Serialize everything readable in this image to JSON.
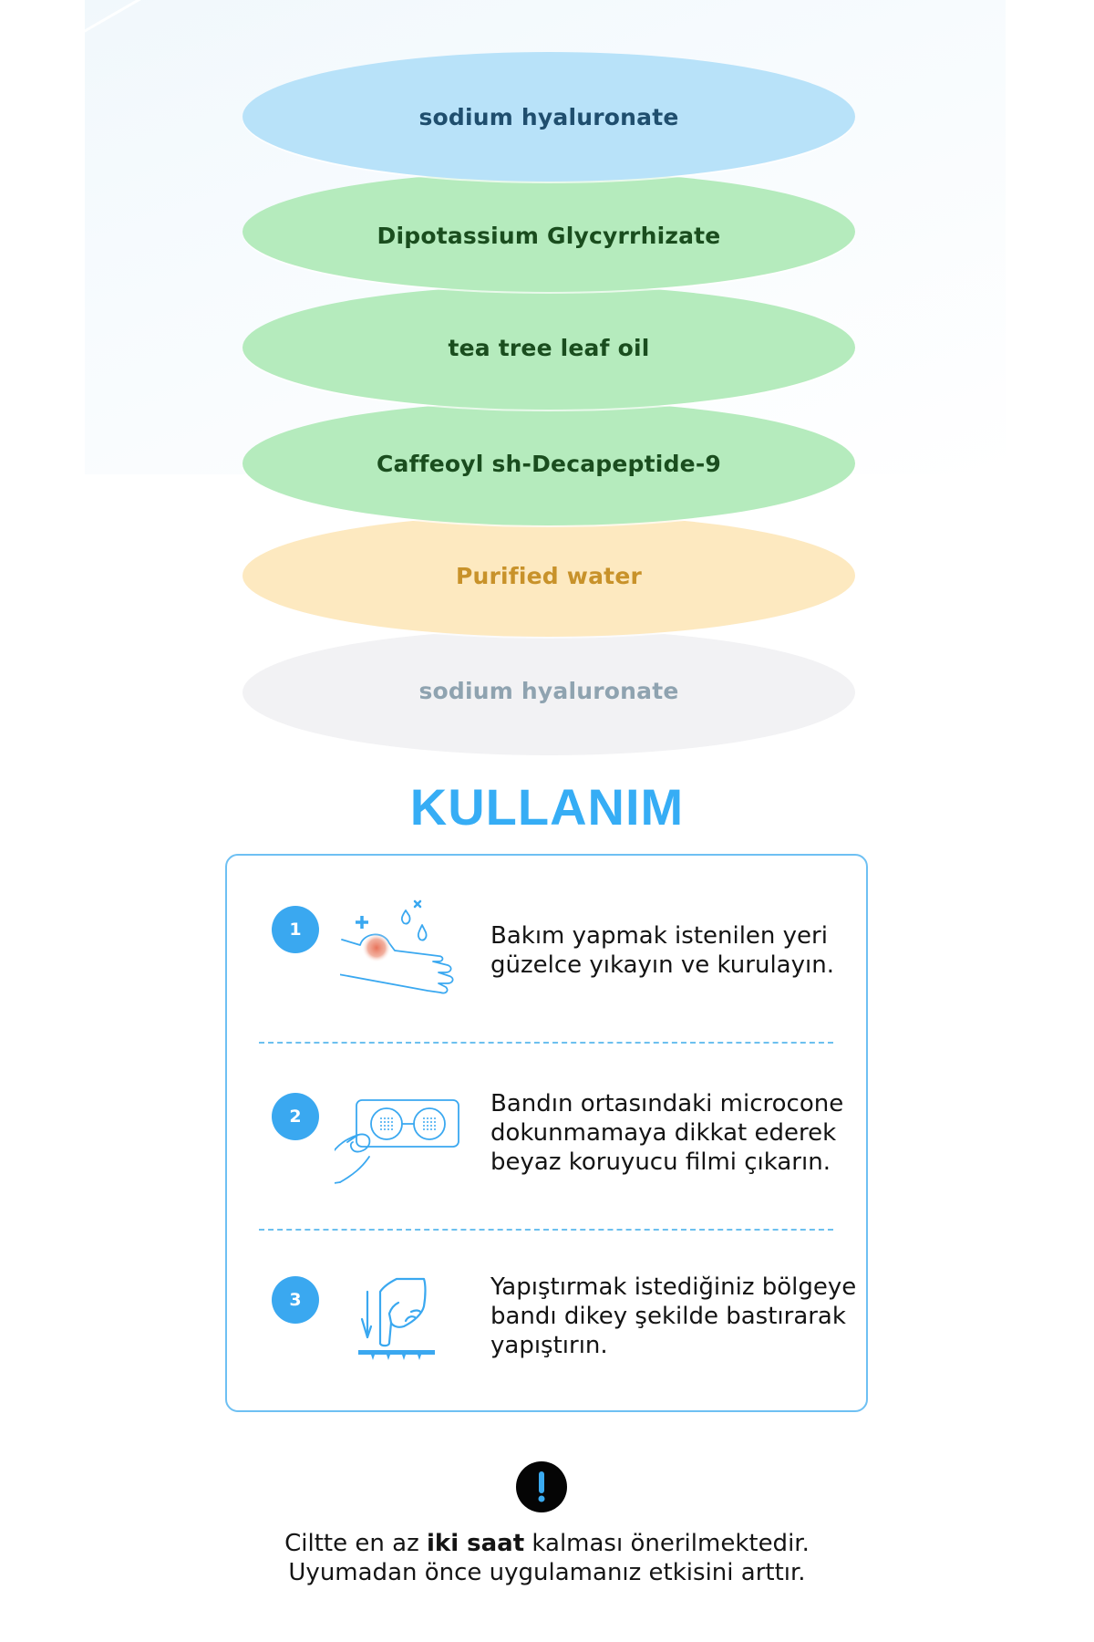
{
  "ingredients": {
    "layers": [
      {
        "label": "sodium hyaluronate",
        "fill": "#b8e2f9",
        "text_color": "#1f4e6e"
      },
      {
        "label": "Dipotassium Glycyrrhizate",
        "fill": "#b5ebbd",
        "text_color": "#1a4d1e"
      },
      {
        "label": "tea tree leaf oil",
        "fill": "#b5ebbd",
        "text_color": "#1a4d1e"
      },
      {
        "label": "Caffeoyl sh-Decapeptide-9",
        "fill": "#b5ebbd",
        "text_color": "#1a4d1e"
      },
      {
        "label": "Purified water",
        "fill": "#fde9c0",
        "text_color": "#c8922a"
      },
      {
        "label": "sodium hyaluronate",
        "fill": "#f2f2f4",
        "text_color": "#8fa3b0"
      }
    ]
  },
  "usage": {
    "title": "KULLANIM",
    "accent_color": "#36adf5",
    "steps": [
      {
        "number": "1",
        "icon": "wash-hand-icon",
        "text": "Bakım yapmak istenilen yeri güzelce yıkayın ve kurulayın."
      },
      {
        "number": "2",
        "icon": "peel-patch-icon",
        "text": "Bandın ortasındaki microcone dokunmamaya dikkat ederek beyaz koruyucu filmi çıkarın."
      },
      {
        "number": "3",
        "icon": "press-finger-icon",
        "text": "Yapıştırmak istediğiniz bölgeye bandı dikey şekilde bastırarak yapıştırın."
      }
    ]
  },
  "note": {
    "icon": "exclamation-icon",
    "line1_before": "Ciltte en az ",
    "line1_bold": "iki saat",
    "line1_after": " kalması önerilmektedir.",
    "line2": "Uyumadan önce uygulamanız etkisini arttır."
  }
}
